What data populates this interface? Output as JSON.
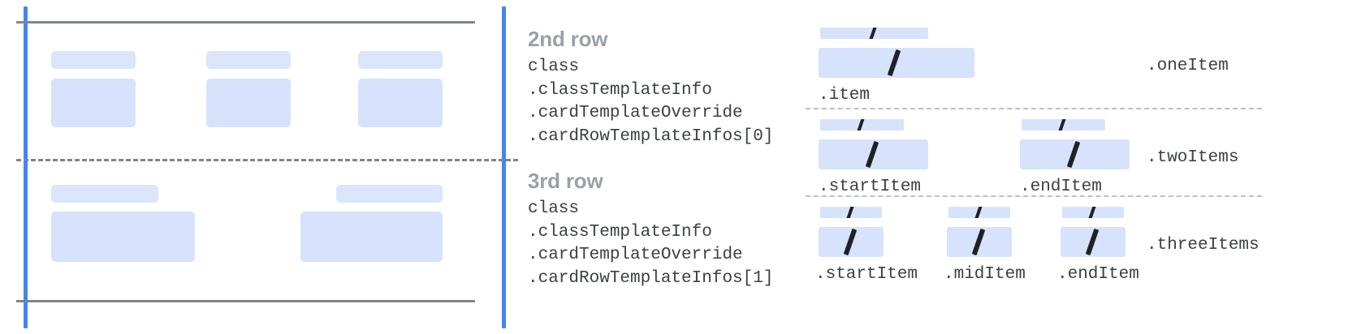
{
  "diagram": {
    "title_semantics": "card-row-template-anatomy",
    "colors": {
      "guide_blue": "#4285f4",
      "rule_gray": "#80868b",
      "placeholder_blue": "#d7e3fc",
      "heading_gray": "#9aa0a6",
      "code_gray": "#3c4043",
      "dotted_gray": "#bdc1c6"
    }
  },
  "card_preview": {
    "rows": [
      {
        "name": "row-2-preview",
        "columns": [
          {
            "bar_label": "",
            "box_label": ""
          },
          {
            "bar_label": "",
            "box_label": ""
          },
          {
            "bar_label": "",
            "box_label": ""
          }
        ]
      },
      {
        "name": "row-3-preview",
        "columns": [
          {
            "bar_label": "",
            "box_label": ""
          },
          {
            "bar_label": "",
            "box_label": ""
          }
        ]
      }
    ]
  },
  "annotations": [
    {
      "heading": "2nd row",
      "code_lines": [
        "class",
        ".classTemplateInfo",
        ".cardTemplateOverride",
        ".cardRowTemplateInfos[0]"
      ]
    },
    {
      "heading": "3rd row",
      "code_lines": [
        "class",
        ".classTemplateInfo",
        ".cardTemplateOverride",
        ".cardRowTemplateInfos[1]"
      ]
    }
  ],
  "templates": [
    {
      "row_label": ".oneItem",
      "slots": [
        {
          "label": ".item"
        }
      ]
    },
    {
      "row_label": ".twoItems",
      "slots": [
        {
          "label": ".startItem"
        },
        {
          "label": ".endItem"
        }
      ]
    },
    {
      "row_label": ".threeItems",
      "slots": [
        {
          "label": ".startItem"
        },
        {
          "label": ".midItem"
        },
        {
          "label": ".endItem"
        }
      ]
    }
  ]
}
